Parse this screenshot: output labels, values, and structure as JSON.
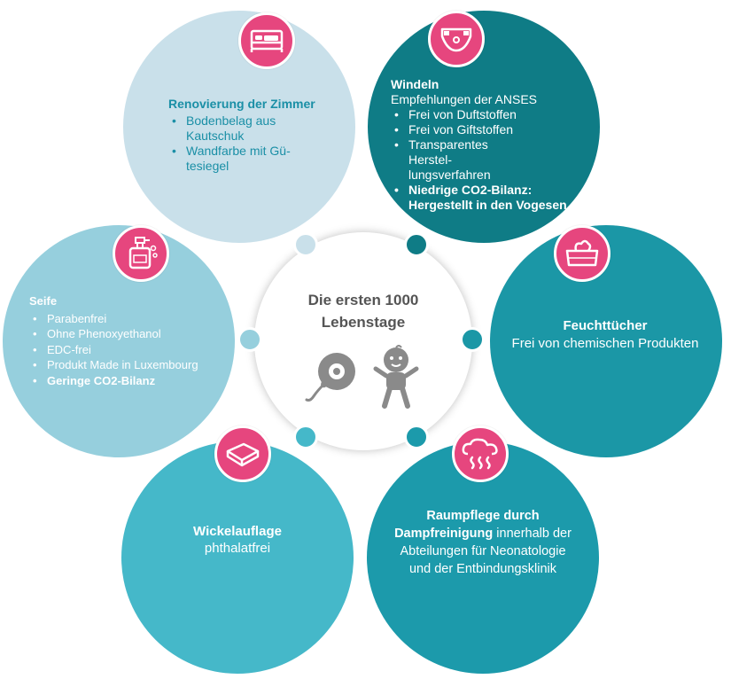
{
  "center": {
    "title": "Die ersten 1000 Lebenstage"
  },
  "zimmer": {
    "heading": "Renovierung der Zimmer",
    "items": [
      "Bodenbelag aus Kautschuk",
      "Wandfarbe mit Gü-tesiegel"
    ]
  },
  "windeln": {
    "heading": "Windeln",
    "subtitle": "Empfehlungen der ANSES",
    "items": [
      "Frei von Duftstoffen",
      "Frei von Giftstoffen",
      "Transparentes Herstel-lungsverfahren"
    ],
    "bold_item": "Niedrige CO2-Bilanz: Hergestellt in den Vogesen"
  },
  "feucht": {
    "heading": "Feuchttücher",
    "text": "Frei von chemischen Produkten"
  },
  "raum": {
    "bold": "Raumpflege durch Dampfreinigung",
    "rest": " innerhalb der Abteilungen für Neonatologie und der Entbindungsklinik"
  },
  "wickel": {
    "heading": "Wickelauflage",
    "text": "phthalatfrei"
  },
  "seife": {
    "heading": "Seife",
    "items": [
      "Parabenfrei",
      "Ohne Phenoxyethanol",
      "EDC-frei",
      "Produkt Made in Luxembourg"
    ],
    "bold_item": "Geringe CO2-Bilanz"
  },
  "colors": {
    "zimmer": "#c9e0ea",
    "windeln": "#0f7c86",
    "feucht": "#1b97a6",
    "raum": "#1c9aab",
    "wickel": "#45b8c9",
    "seife": "#96cfdd",
    "accent": "#e6467e",
    "title_teal": "#1a8fa6"
  },
  "icons": [
    "bed-icon",
    "diaper-icon",
    "wipes-icon",
    "steam-icon",
    "changing-pad-icon",
    "soap-icon",
    "sperm-egg-icon",
    "baby-icon"
  ]
}
